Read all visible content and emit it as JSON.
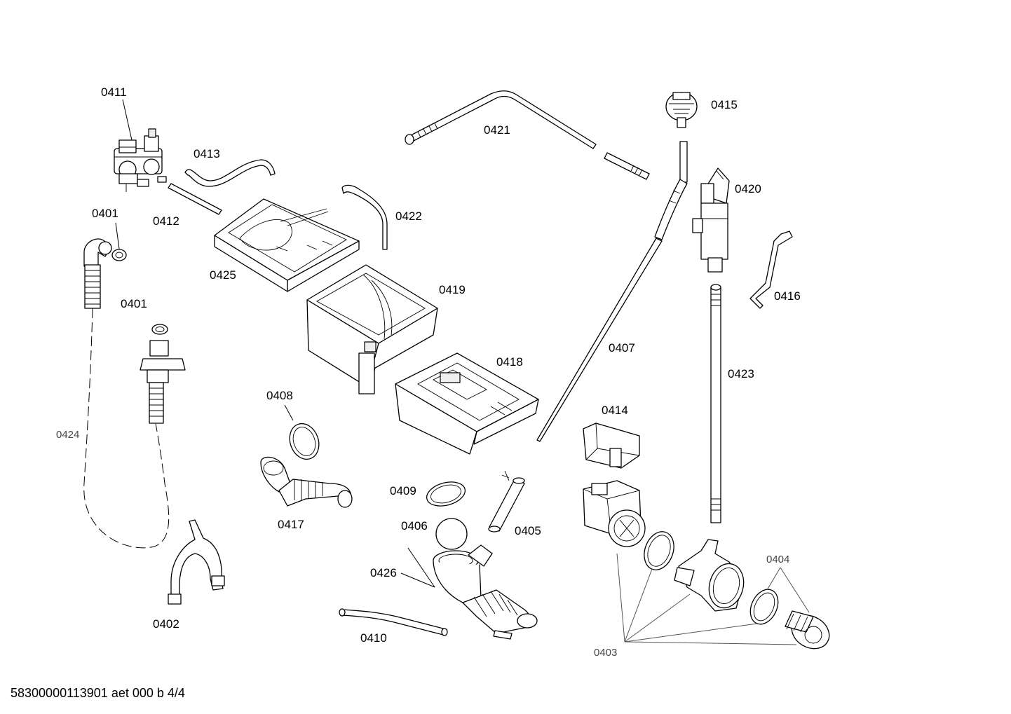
{
  "labels": {
    "p0411": "0411",
    "p0413": "0413",
    "p0412": "0412",
    "p0401a": "0401",
    "p0401b": "0401",
    "p0424": "0424",
    "p0402": "0402",
    "p0425": "0425",
    "p0422": "0422",
    "p0421": "0421",
    "p0419": "0419",
    "p0418": "0418",
    "p0408": "0408",
    "p0417": "0417",
    "p0409": "0409",
    "p0406": "0406",
    "p0405": "0405",
    "p0426": "0426",
    "p0410": "0410",
    "p0415": "0415",
    "p0420": "0420",
    "p0416": "0416",
    "p0407": "0407",
    "p0423": "0423",
    "p0414": "0414",
    "p0404": "0404",
    "p0403": "0403"
  },
  "footer": {
    "document_id": "58300000113901 aet 000 b 4/4"
  }
}
